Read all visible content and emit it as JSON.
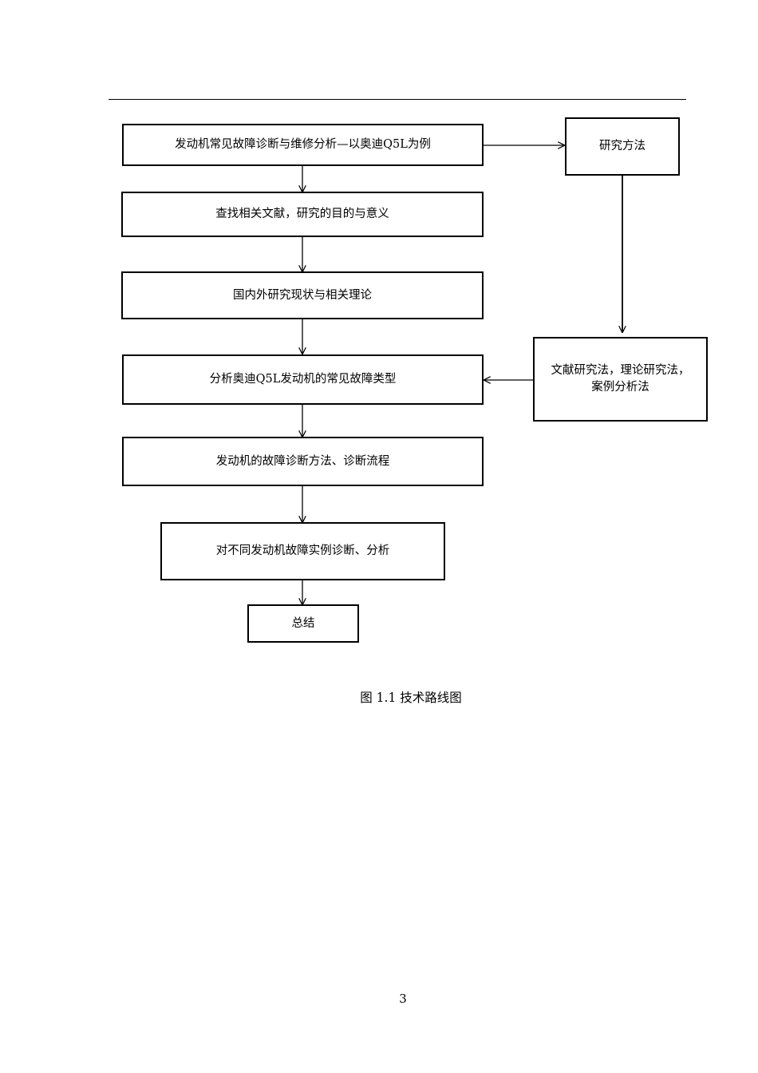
{
  "flowchart": {
    "main_steps": [
      "发动机常见故障诊断与维修分析—以奥迪Q5L为例",
      "查找相关文献，研究的目的与意义",
      "国内外研究现状与相关理论",
      "分析奥迪Q5L发动机的常见故障类型",
      "发动机的故障诊断方法、诊断流程",
      "对不同发动机故障实例诊断、分析",
      "总结"
    ],
    "methods_title": "研究方法",
    "methods_detail_line1": "文献研究法，理论研究法，",
    "methods_detail_line2": "案例分析法"
  },
  "caption": "图 1.1  技术路线图",
  "page_number": "3"
}
